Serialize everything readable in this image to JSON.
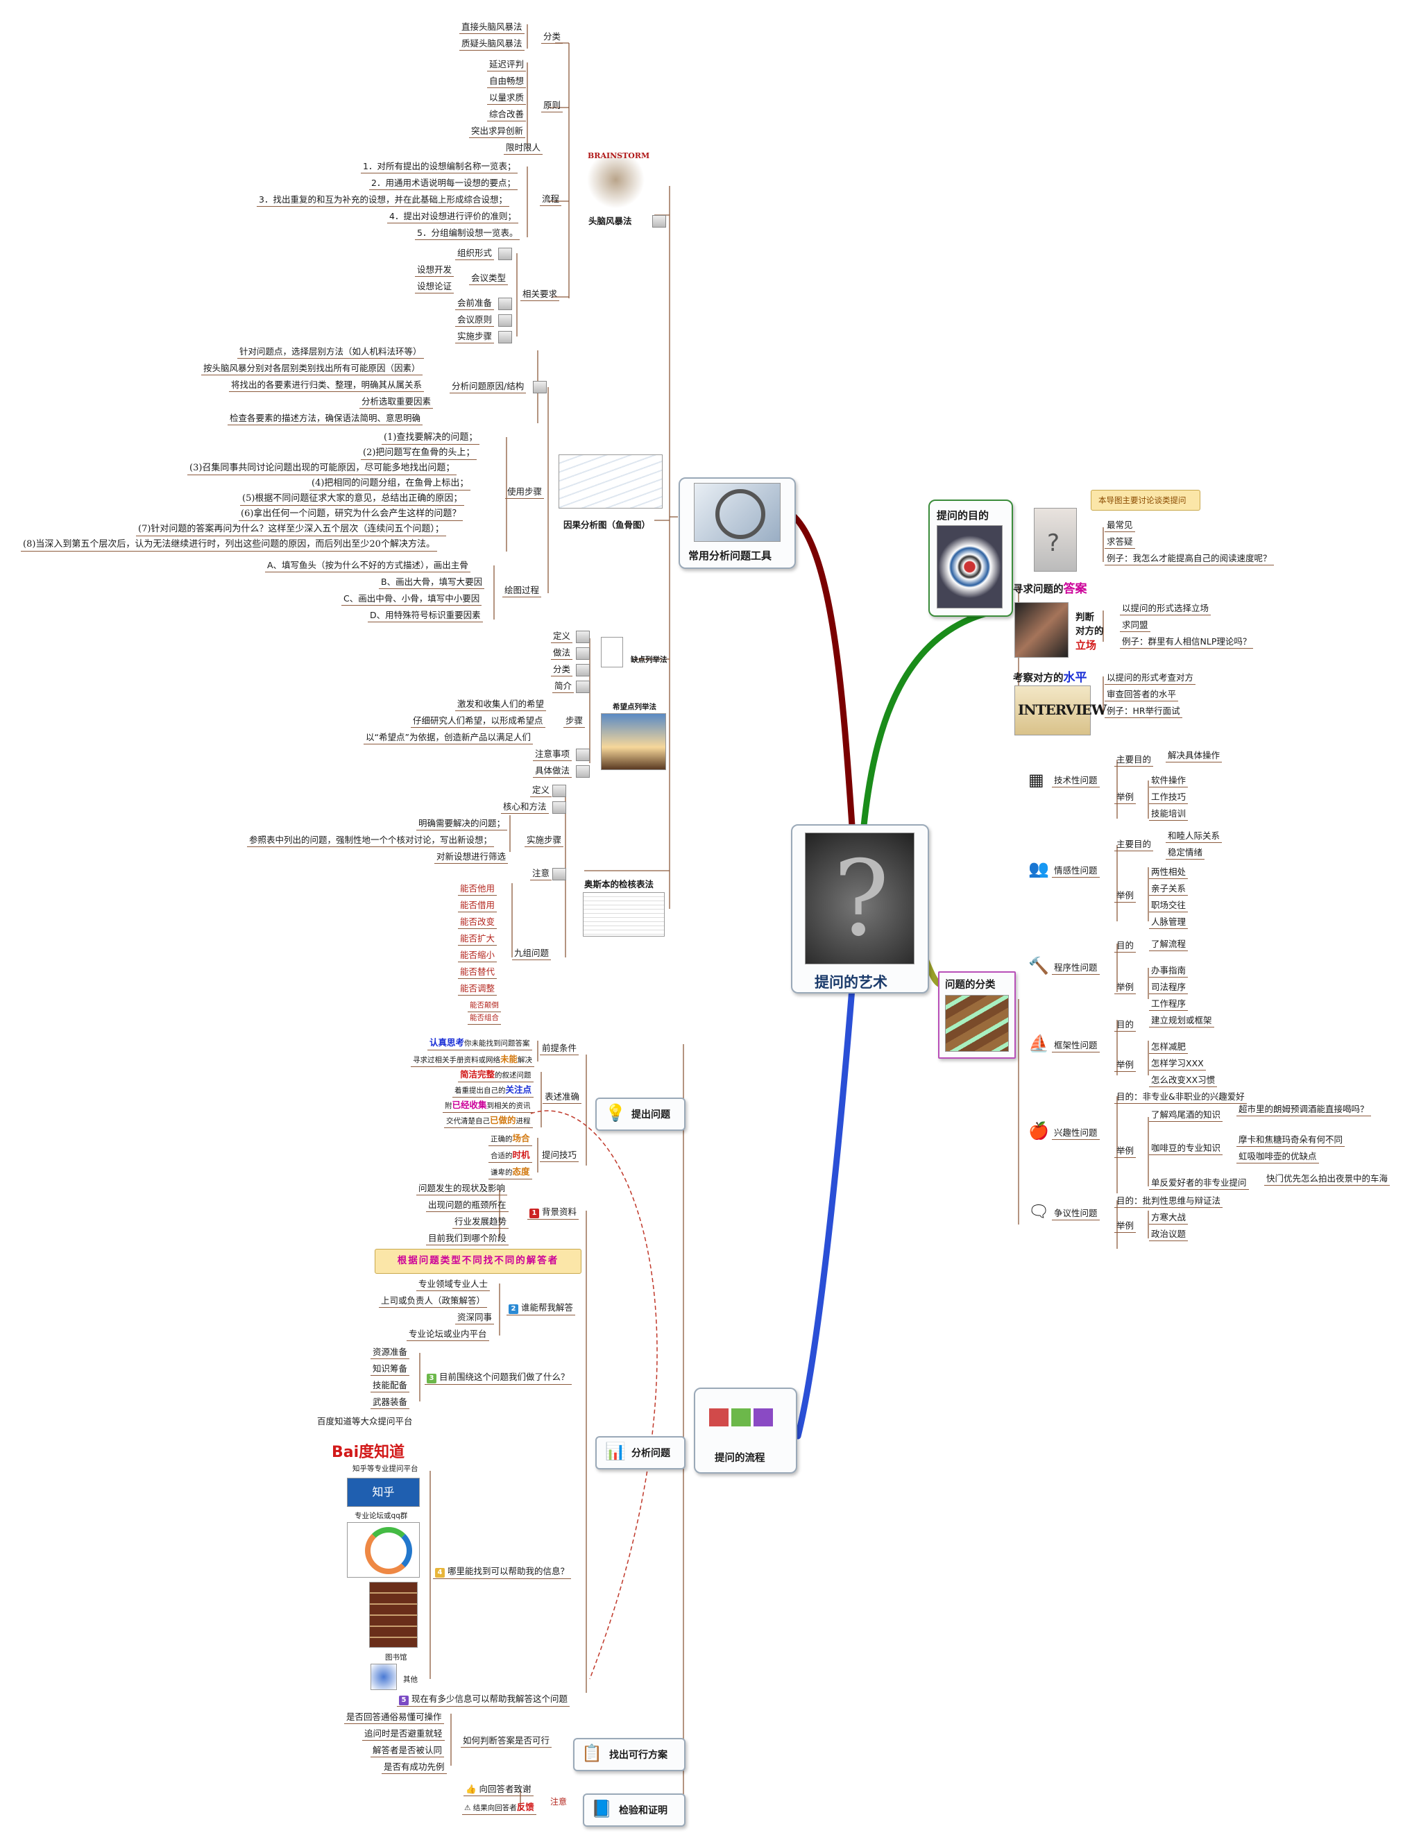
{
  "center": {
    "title": "提问的艺术"
  },
  "tools": {
    "title": "常用分析问题工具",
    "brainstorm": {
      "title": "头脑风暴法",
      "logo_text": "BRAINSTORM",
      "classify_label": "分类",
      "classify": [
        "直接头脑风暴法",
        "质疑头脑风暴法"
      ],
      "principle_label": "原则",
      "principles": [
        "延迟评判",
        "自由畅想",
        "以量求质",
        "综合改善",
        "突出求异创新",
        "限时限人"
      ],
      "process_label": "流程",
      "process": [
        "1．对所有提出的设想编制名称一览表；",
        "2．用通用术语说明每一设想的要点；",
        "3．找出重复的和互为补充的设想，并在此基础上形成综合设想；",
        "4．提出对设想进行评价的准则；",
        "5．分组编制设想一览表。"
      ],
      "req_label": "相关要求",
      "req_org": "组织形式",
      "req_meeting": "会议类型",
      "req_meeting_items": [
        "设想开发",
        "设想论证"
      ],
      "req_others": [
        "会前准备",
        "会议原则",
        "实施步骤"
      ]
    },
    "fishbone": {
      "title": "因果分析图（鱼骨图）",
      "analysis_label": "分析问题原因/结构",
      "analysis": [
        "针对问题点，选择层别方法（如人机料法环等）",
        "按头脑风暴分别对各层别类别找出所有可能原因（因素）",
        "将找出的各要素进行归类、整理，明确其从属关系",
        "分析选取重要因素",
        "检查各要素的描述方法，确保语法简明、意思明确"
      ],
      "steps_label": "使用步骤",
      "steps": [
        "(1)查找要解决的问题；",
        "(2)把问题写在鱼骨的头上；",
        "(3)召集同事共同讨论问题出现的可能原因，尽可能多地找出问题；",
        "(4)把相同的问题分组，在鱼骨上标出；",
        "(5)根据不同问题征求大家的意见，总结出正确的原因；",
        "(6)拿出任何一个问题，研究为什么会产生这样的问题？",
        "(7)针对问题的答案再问为什么？这样至少深入五个层次（连续问五个问题）；",
        "(8)当深入到第五个层次后，认为无法继续进行时，列出这些问题的原因，而后列出至少20个解决方法。"
      ],
      "draw_label": "绘图过程",
      "draw": [
        "A、填写鱼头（按为什么不好的方式描述），画出主骨",
        "B、画出大骨，填写大要因",
        "C、画出中骨、小骨，填写中小要因",
        "D、用特殊符号标识重要因素"
      ]
    },
    "defect": {
      "title": "缺点列举法",
      "items": [
        "定义",
        "做法",
        "分类"
      ]
    },
    "hope": {
      "title": "希望点列举法",
      "intro": "简介",
      "steps_label": "步骤",
      "steps": [
        "激发和收集人们的希望",
        "仔细研究人们希望，以形成希望点",
        "以“希望点”为依据，创造新产品以满足人们"
      ],
      "others": [
        "注意事项",
        "具体做法"
      ]
    },
    "osborn": {
      "title": "奥斯本的检核表法",
      "def": "定义",
      "core": "核心和方法",
      "impl_label": "实施步骤",
      "impl": [
        "明确需要解决的问题；",
        "参照表中列出的问题，强制性地一个个核对讨论，写出新设想；",
        "对新设想进行筛选"
      ],
      "note": "注意",
      "nine_label": "九组问题",
      "nine": [
        "能否他用",
        "能否借用",
        "能否改变",
        "能否扩大",
        "能否缩小",
        "能否替代",
        "能否调整",
        "能否颠倒",
        "能否组合"
      ]
    }
  },
  "purpose": {
    "title": "提问的目的",
    "note": "本导图主要讨论谈类提问",
    "answer_label": "寻求问题的",
    "answer_hl": "答案",
    "answer_items": [
      "最常见",
      "求答疑",
      "例子：我怎么才能提高自己的阅读速度呢？"
    ],
    "stance_label_a": "判断",
    "stance_label_b": "对方的",
    "stance_hl": "立场",
    "stance_items": [
      "以提问的形式选择立场",
      "求同盟",
      "例子：群里有人相信NLP理论吗？"
    ],
    "level_label": "考察对方的",
    "level_hl": "水平",
    "level_items": [
      "以提问的形式考查对方",
      "审查回答者的水平",
      "例子：HR举行面试"
    ],
    "interview_text": "INTERVIEW"
  },
  "types": {
    "title": "问题的分类",
    "tech": {
      "label": "技术性问题",
      "goal_label": "主要目的",
      "goal": "解决具体操作",
      "ex_label": "举例",
      "ex": [
        "软件操作",
        "工作技巧",
        "技能培训"
      ]
    },
    "emotion": {
      "label": "情感性问题",
      "goal_label": "主要目的",
      "goal": [
        "和睦人际关系",
        "稳定情绪"
      ],
      "ex_label": "举例",
      "ex": [
        "两性相处",
        "亲子关系",
        "职场交往",
        "人脉管理"
      ]
    },
    "proc": {
      "label": "程序性问题",
      "goal_label": "目的",
      "goal": "了解流程",
      "ex_label": "举例",
      "ex": [
        "办事指南",
        "司法程序",
        "工作程序"
      ]
    },
    "frame": {
      "label": "框架性问题",
      "goal_label": "目的",
      "goal": "建立规划或框架",
      "ex_label": "举例",
      "ex": [
        "怎样减肥",
        "怎样学习XXX",
        "怎么改变XX习惯"
      ]
    },
    "interest": {
      "label": "兴趣性问题",
      "goal": "目的：非专业&非职业的兴趣爱好",
      "ex_label": "举例",
      "ex_a": "了解鸡尾酒的知识",
      "ex_a_sub": "超市里的朗姆预调酒能直接喝吗？",
      "ex_b": "咖啡豆的专业知识",
      "ex_b_subs": [
        "摩卡和焦糖玛奇朵有何不同",
        "虹吸咖啡壶的优缺点"
      ],
      "ex_c": "单反爱好者的非专业提问",
      "ex_c_sub": "快门优先怎么拍出夜景中的车海"
    },
    "debate": {
      "label": "争议性问题",
      "goal": "目的：批判性思维与辩证法",
      "ex_label": "举例",
      "ex": [
        "方寒大战",
        "政治议题"
      ]
    }
  },
  "flow": {
    "title": "提问的流程",
    "raise": {
      "title": "提出问题",
      "premise_label": "前提条件",
      "premise_a_hl": "认真思考",
      "premise_a": "你未能找到问题答案",
      "premise_b": "寻求过相关手册资料或网络",
      "premise_b_hl": "未能",
      "premise_b_tail": "解决",
      "express_label": "表述准确",
      "express_a_hl": "简洁完整",
      "express_a": "的叙述问题",
      "express_b": "着重提出自己的",
      "express_b_hl": "关注点",
      "express_c": "附",
      "express_c_hl": "已经收集",
      "express_c_tail": "到相关的资讯",
      "express_d": "交代清楚自己",
      "express_d_hl": "已做的",
      "express_d_tail": "进程",
      "skill_label": "提问技巧",
      "skill_a": "正确的",
      "skill_a_hl": "场合",
      "skill_b": "合适的",
      "skill_b_hl": "时机",
      "skill_c": "谦卑的",
      "skill_c_hl": "态度"
    },
    "analyze": {
      "title": "分析问题",
      "bg_label": "背景资料",
      "bg": [
        "问题发生的现状及影响",
        "出现问题的瓶颈所在",
        "行业发展趋势",
        "目前我们到哪个阶段"
      ],
      "who_label": "谁能帮我解答",
      "who_banner": "根据问题类型不同找不同的解答者",
      "who": [
        "专业领域专业人士",
        "上司或负责人（政策解答）",
        "资深同事",
        "专业论坛或业内平台"
      ],
      "done_label": "目前围绕这个问题我们做了什么？",
      "done": [
        "资源准备",
        "知识筹备",
        "技能配备",
        "武器装备"
      ],
      "info_label": "哪里能找到可以帮助我的信息？",
      "info_baidu_cap": "百度知道等大众提问平台",
      "info_baidu_logo": "Bai度知道",
      "info_zhihu_cap": "知乎等专业提问平台",
      "info_zhihu_logo": "知乎",
      "info_qq_cap": "专业论坛或qq群",
      "info_lib_cap": "图书馆",
      "info_other_cap": "其他",
      "have_label": "现在有多少信息可以帮助我解答这个问题"
    },
    "plan": {
      "title": "找出可行方案",
      "judge_label": "如何判断答案是否可行",
      "judge": [
        "是否回答通俗易懂可操作",
        "追问时是否避重就轻",
        "解答者是否被认同",
        "是否有成功先例"
      ]
    },
    "verify": {
      "title": "检验和证明",
      "note_label": "注意",
      "thanks": "向回答者致谢",
      "feedback": "结果向回答者",
      "feedback_hl": "反馈"
    }
  },
  "colors": {
    "purpose_line": "#1a8c1a",
    "tools_line": "#7a0000",
    "flow_line": "#2a4fd6",
    "types_line": "#9aa02a",
    "highlight_magenta": "#cc0099",
    "highlight_red": "#d21919",
    "highlight_blue": "#1a2fd6",
    "highlight_orange": "#d2780f"
  }
}
